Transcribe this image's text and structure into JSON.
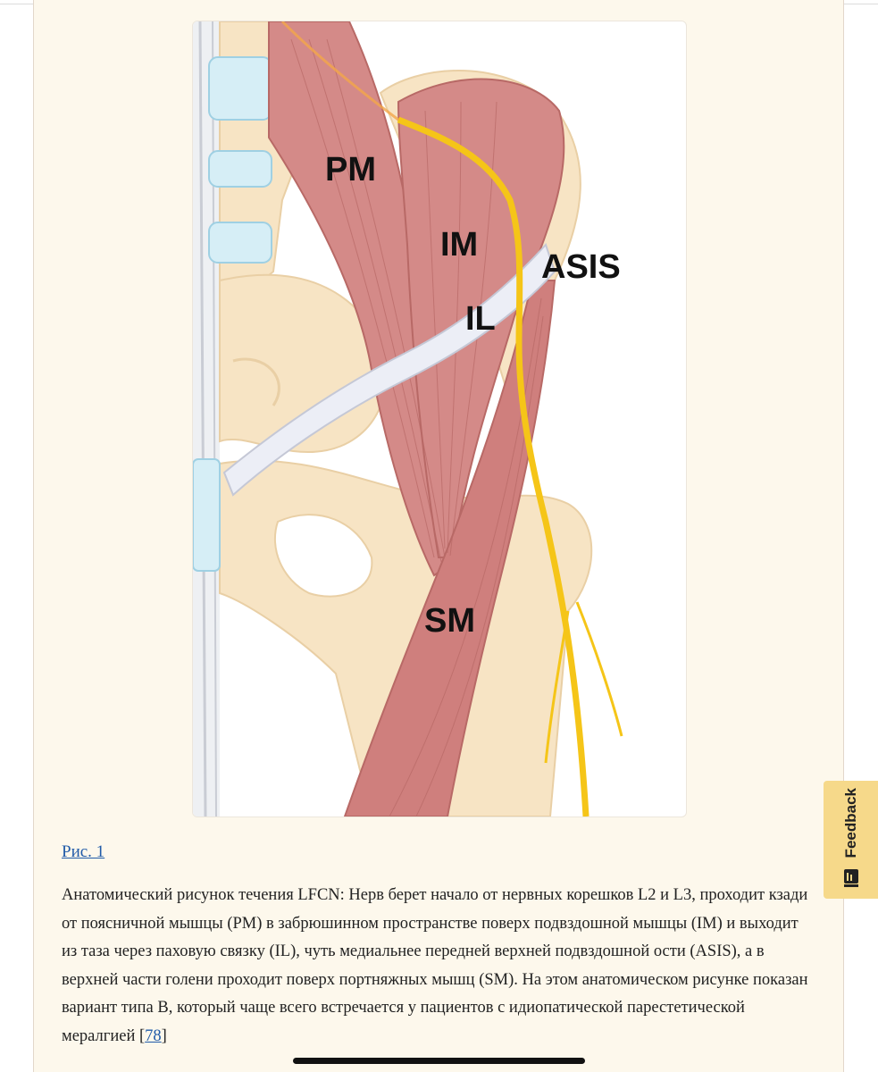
{
  "figure": {
    "labels": {
      "pm": "PM",
      "im": "IM",
      "asis": "ASIS",
      "il": "IL",
      "sm": "SM"
    }
  },
  "figure_link": "Рис. 1",
  "caption": {
    "text": "Анатомический рисунок течения LFCN: Нерв берет начало от нервных корешков L2 и L3, проходит кзади от поясничной мышцы (PM) в забрюшинном пространстве поверх подвздошной мышцы (IM) и выходит из таза через паховую связку (IL), чуть медиальнее передней верхней подвздошной ости (ASIS), а в верхней части голени проходит поверх портняжных мышц (SM). На этом анатомическом рисунке показан вариант типа B, который чаще всего встречается у пациентов с идиопатической парестетической мералгией [",
    "ref": "78",
    "suffix": "]"
  },
  "feedback": {
    "label": "Feedback",
    "icon": "feedback-icon"
  },
  "colors": {
    "panel_bg": "#fdf8ec",
    "muscle": "#d48a88",
    "nerve": "#f5c518",
    "bone": "#f7e4c4",
    "link": "#1f5aa8",
    "feedback_bg": "#f6d98a"
  }
}
